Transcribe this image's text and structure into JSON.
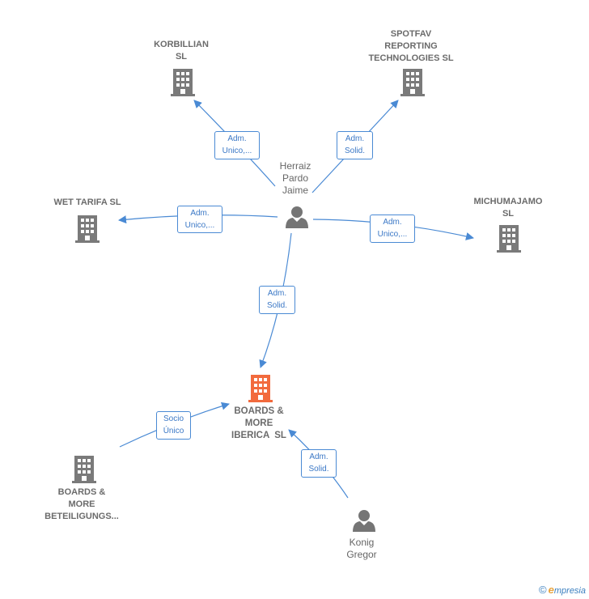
{
  "colors": {
    "company_icon": "#7a7a7a",
    "focus_company_icon": "#f26a3d",
    "person_icon": "#757575",
    "edge": "#4a8ad4",
    "label_text": "#666666"
  },
  "nodes": {
    "herraiz": {
      "type": "person",
      "lines": [
        "Herraiz",
        "Pardo",
        "Jaime"
      ]
    },
    "korbillian": {
      "type": "company",
      "lines": [
        "KORBILLIAN",
        "SL"
      ]
    },
    "spotfav": {
      "type": "company",
      "lines": [
        "SPOTFAV",
        "REPORTING",
        "TECHNOLOGIES SL"
      ]
    },
    "wet_tarifa": {
      "type": "company",
      "lines": [
        "WET TARIFA SL"
      ]
    },
    "michumajamo": {
      "type": "company",
      "lines": [
        "MICHUMAJAMO",
        "SL"
      ]
    },
    "boards_iberica": {
      "type": "company",
      "focus": true,
      "lines": [
        "BOARDS &",
        "MORE",
        "IBERICA  SL"
      ]
    },
    "boards_beteiligungs": {
      "type": "company",
      "lines": [
        "BOARDS &",
        "MORE",
        "BETEILIGUNGS..."
      ]
    },
    "konig": {
      "type": "person",
      "lines": [
        "Konig",
        "Gregor"
      ]
    }
  },
  "edges": {
    "herraiz_korbillian": {
      "lines": [
        "Adm.",
        "Unico,..."
      ]
    },
    "herraiz_spotfav": {
      "lines": [
        "Adm.",
        "Solid."
      ]
    },
    "herraiz_wet_tarifa": {
      "lines": [
        "Adm.",
        "Unico,..."
      ]
    },
    "herraiz_michumajamo": {
      "lines": [
        "Adm.",
        "Unico,..."
      ]
    },
    "herraiz_boards_iberica": {
      "lines": [
        "Adm.",
        "Solid."
      ]
    },
    "beteiligungs_boards_iberica": {
      "lines": [
        "Socio",
        "Único"
      ]
    },
    "konig_boards_iberica": {
      "lines": [
        "Adm.",
        "Solid."
      ]
    }
  },
  "watermark": {
    "copyright": "©",
    "brand_first": "e",
    "brand_rest": "mpresia"
  }
}
